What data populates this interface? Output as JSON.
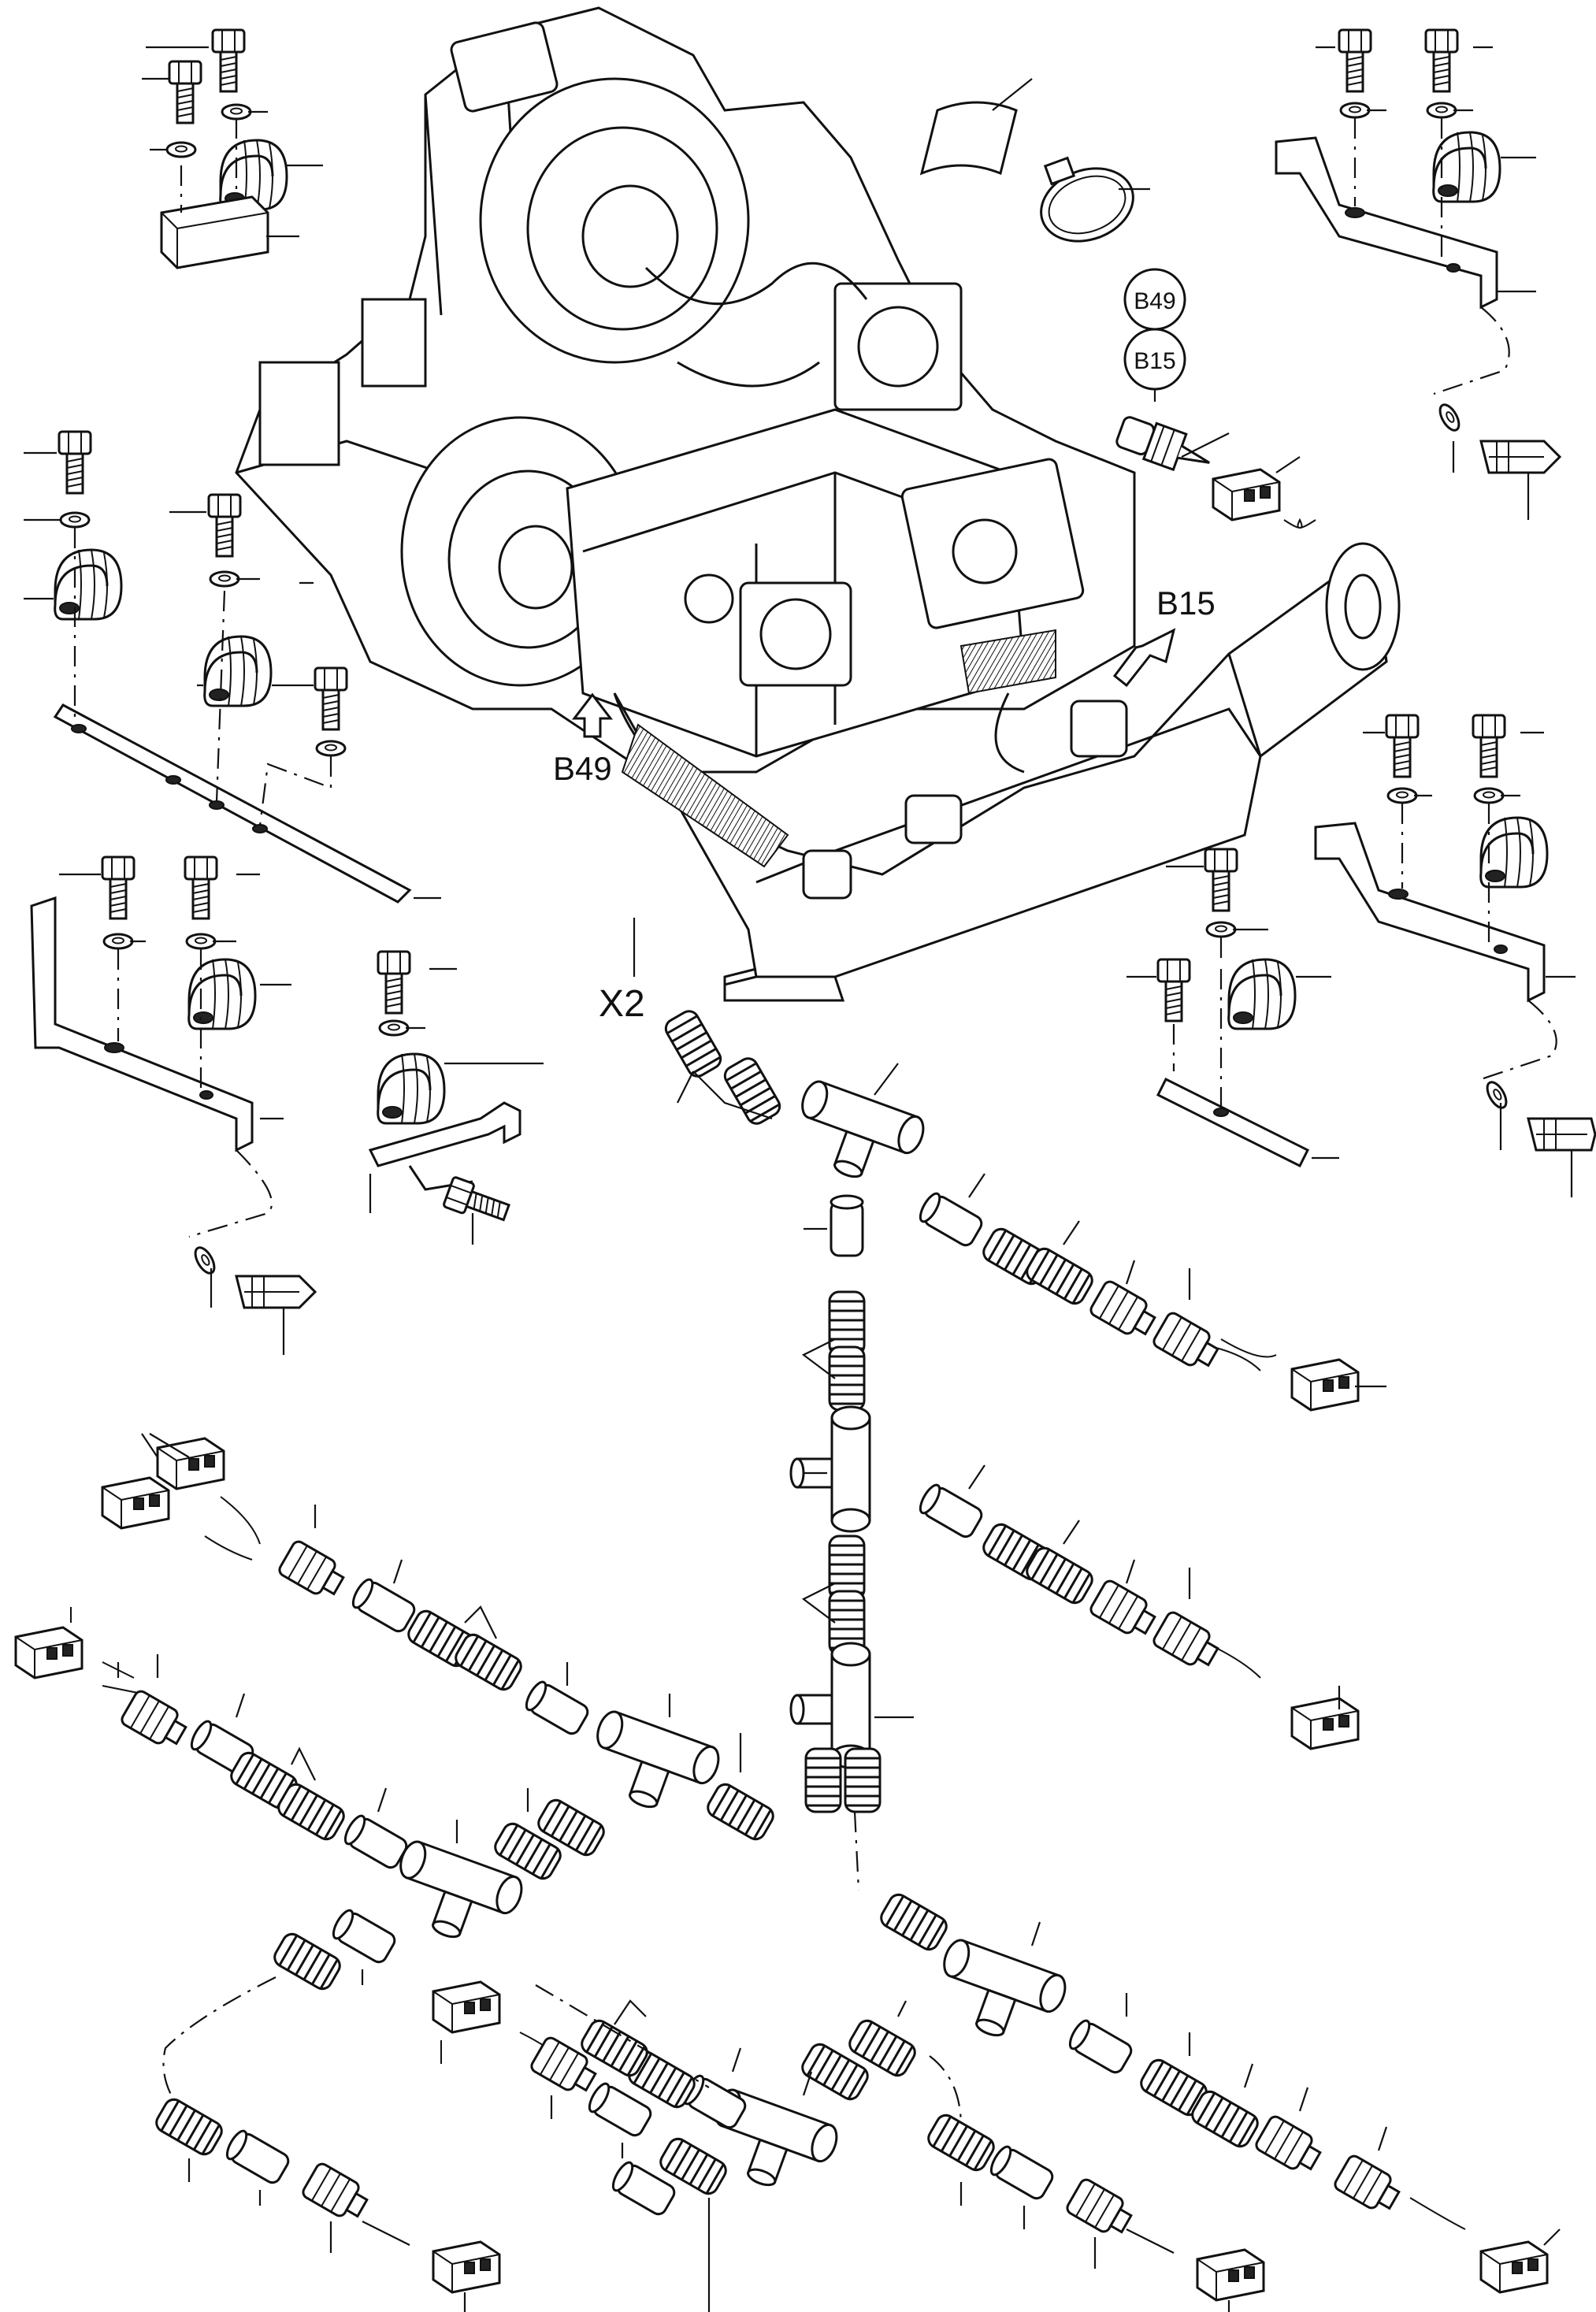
{
  "callouts": {
    "b49_bubble": "B49",
    "b15_bubble": "B15",
    "b15_arrow": "B15",
    "b49_arrow": "B49",
    "x2": "X2"
  }
}
